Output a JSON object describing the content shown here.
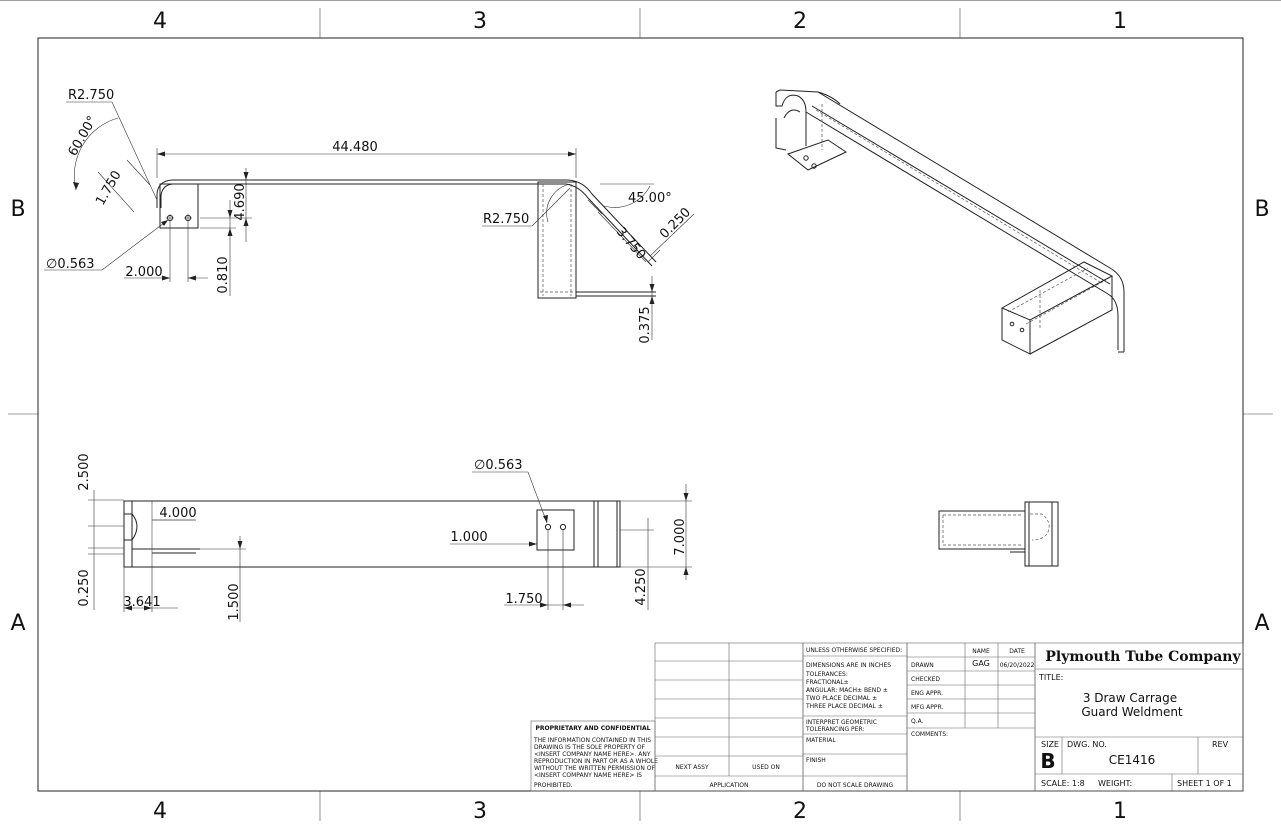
{
  "zones": {
    "columns": [
      "4",
      "3",
      "2",
      "1"
    ],
    "rows": [
      "B",
      "A"
    ]
  },
  "dimensions": {
    "front_radius_left": "R2.750",
    "front_angle_left": "60.00°",
    "front_len_left": "1.750",
    "front_hole_dia": "∅0.563",
    "front_hole_spacing": "2.000",
    "front_height_main": "4.690",
    "front_hole_offset": "0.810",
    "front_length": "44.480",
    "front_radius_right": "R2.750",
    "front_angle_right": "45.00°",
    "front_len_right": "3.750",
    "front_thickness": "0.250",
    "front_bottom_offset": "0.375",
    "top_width_left": "2.500",
    "top_notch": "4.000",
    "top_thickness": "0.250",
    "top_notch_offset": "3.641",
    "top_slot": "1.500",
    "top_hole_dia": "∅0.563",
    "top_hole_offset": "1.000",
    "top_hole_spacing": "1.750",
    "top_block_height": "4.250",
    "top_total_height": "7.000"
  },
  "title_block": {
    "unless": "UNLESS OTHERWISE SPECIFIED:",
    "dims_in": "DIMENSIONS ARE IN INCHES",
    "tolerances": "TOLERANCES:",
    "fractional": "FRACTIONAL±",
    "angular": "ANGULAR: MACH±    BEND ±",
    "two_place": "TWO PLACE DECIMAL    ±",
    "three_place": "THREE PLACE DECIMAL  ±",
    "interpret1": "INTERPRET GEOMETRIC",
    "interpret2": "TOLERANCING PER:",
    "material": "MATERIAL",
    "finish": "FINISH",
    "do_not_scale": "DO NOT SCALE DRAWING",
    "next_assy": "NEXT ASSY",
    "used_on": "USED ON",
    "application": "APPLICATION",
    "name_h": "NAME",
    "date_h": "DATE",
    "drawn": "DRAWN",
    "drawn_name": "GAG",
    "drawn_date": "06/20/2022",
    "checked": "CHECKED",
    "eng_appr": "ENG APPR.",
    "mfg_appr": "MFG APPR.",
    "qa": "Q.A.",
    "comments": "COMMENTS:",
    "company": "Plymouth Tube Company",
    "title_label": "TITLE:",
    "title_line1": "3 Draw Carrage",
    "title_line2": "Guard Weldment",
    "size_label": "SIZE",
    "size_value": "B",
    "dwg_no_label": "DWG.  NO.",
    "dwg_no": "CE1416",
    "rev_label": "REV",
    "scale": "SCALE: 1:8",
    "weight": "WEIGHT:",
    "sheet": "SHEET 1 OF 1",
    "proprietary_title": "PROPRIETARY AND CONFIDENTIAL",
    "proprietary_lines": [
      "THE INFORMATION CONTAINED IN THIS",
      "DRAWING IS THE SOLE PROPERTY OF",
      "<INSERT COMPANY NAME HERE>.  ANY",
      "REPRODUCTION IN PART OR AS A WHOLE",
      "WITHOUT THE WRITTEN PERMISSION OF",
      "<INSERT COMPANY NAME HERE> IS",
      "PROHIBITED."
    ]
  }
}
